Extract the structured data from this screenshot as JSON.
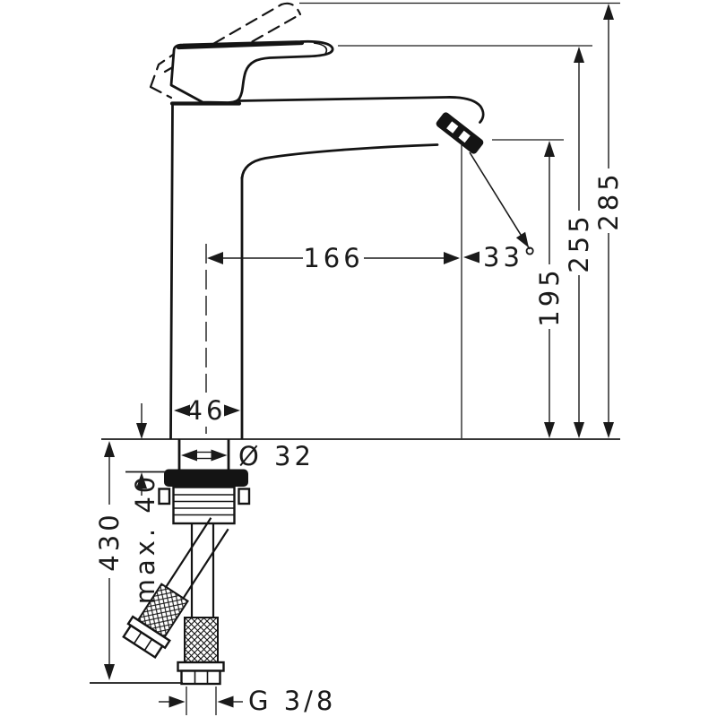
{
  "dimensions": {
    "total_height": "285",
    "lever_height": "255",
    "spout_height": "195",
    "spout_reach": "166",
    "spray_angle": "33°",
    "base_width": "46",
    "shank_diameter": "Ø 32",
    "max_mounting_thickness": "max. 40",
    "hose_length": "430",
    "connection_thread": "G 3/8"
  },
  "colors": {
    "line": "#1a1a1a",
    "background": "#ffffff"
  }
}
